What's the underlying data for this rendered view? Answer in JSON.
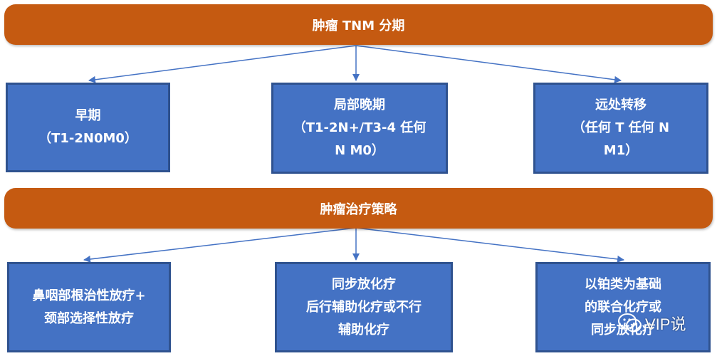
{
  "banners": {
    "staging": "肿瘤 TNM 分期",
    "treatment": "肿瘤治疗策略"
  },
  "stages": [
    {
      "lines": [
        "早期",
        "（T1-2N0M0）"
      ]
    },
    {
      "lines": [
        "局部晚期",
        "（T1-2N+/T3-4 任何",
        "N M0）"
      ]
    },
    {
      "lines": [
        "远处转移",
        "（任何 T 任何 N",
        "M1）"
      ]
    }
  ],
  "treatments": [
    {
      "lines": [
        "鼻咽部根治性放疗+",
        "颈部选择性放疗"
      ]
    },
    {
      "lines": [
        "同步放化疗",
        "后行辅助化疗或不行",
        "辅助化疗"
      ]
    },
    {
      "lines": [
        "以铂类为基础",
        "的联合化疗或",
        "同步放化疗"
      ]
    }
  ],
  "watermark": {
    "icon": "wechat-icon",
    "text": "VIP说"
  },
  "colors": {
    "banner": "#c55a11",
    "box": "#4472c4",
    "box_border": "#2f528f",
    "arrow": "#4472c4"
  }
}
